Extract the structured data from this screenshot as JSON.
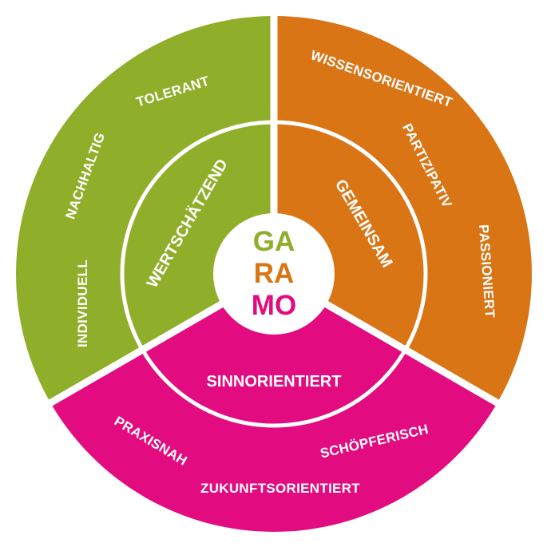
{
  "colors": {
    "green": "#8fae2a",
    "orange": "#d97515",
    "magenta": "#e20b7f",
    "white": "#ffffff"
  },
  "center_logo": {
    "line1": "GA",
    "line2": "RA",
    "line3": "MO"
  },
  "inner_ring": {
    "green": "WERTSCHÄTZEND",
    "orange": "GEMEINSAM",
    "magenta": "SINNORIENTIERT"
  },
  "outer_ring": {
    "green": [
      "TOLERANT",
      "NACHHALTIG",
      "INDIVIDUELL"
    ],
    "orange": [
      "WISSENSORIENTIERT",
      "PARTIZIPATIV",
      "PASSIONIERT"
    ],
    "magenta": [
      "PRAXISNAH",
      "ZUKUNFTSORIENTIERT",
      "SCHÖPFERISCH"
    ]
  }
}
